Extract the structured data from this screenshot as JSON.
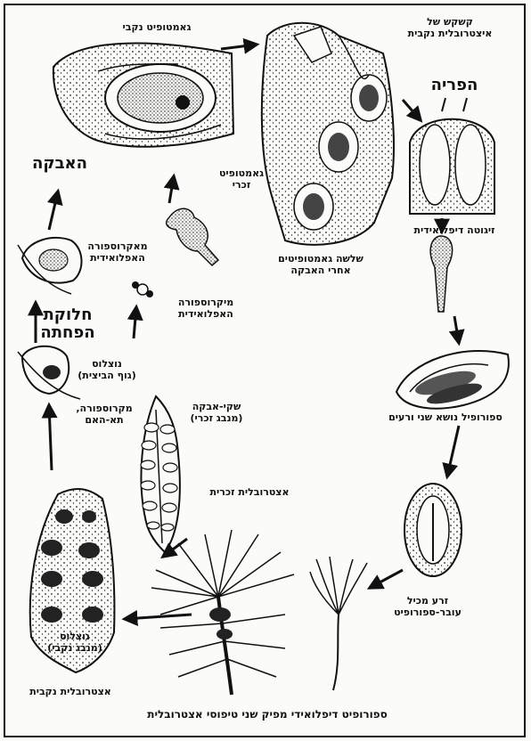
{
  "labels": {
    "female_gametophyte": "גאמטופיט נקבי",
    "female_cone_scale": [
      "קשקש של",
      "איצטרובלית נקבית"
    ],
    "fertilization": "הפריה",
    "pollination": "האבקה",
    "male_gametophyte": [
      "גאמטופיט",
      "זכרי"
    ],
    "three_gametophytes": [
      "שלשה גאמטופיטים",
      "אחרי האבקה"
    ],
    "diploid_zygote": "זיגוטה דיפלואידית",
    "haploid_macrospore": [
      "מאקרוספורה",
      "האפלואידית"
    ],
    "meiosis": [
      "חלוקת",
      "הפחתה"
    ],
    "haploid_microspore": [
      "מיקרוספורה",
      "האפלואידית"
    ],
    "nucellus_ovule": [
      "נוצלוס",
      "(גוף הביצית)"
    ],
    "mother_cell": [
      "מקרוספורה,",
      "תא-האם"
    ],
    "pollen_sac": [
      "שקי-אבקה",
      "(מנבג זכרי)"
    ],
    "male_cone": "אצטרובלית זכרית",
    "sporophyll_two_ovules": "ספורופיל נושא שני ורעים",
    "seed_embryo": [
      "זרע מכיל",
      "עובר-ספורופיט"
    ],
    "nucellus_female_sporangium": [
      "נוצלוס",
      "(מנבג נקבי)"
    ],
    "female_cone": "אצטרובלית נקבית",
    "bottom_caption": "ספורופיט דיפלואידי מפיק שני טיפוסי אצטרובלית"
  }
}
